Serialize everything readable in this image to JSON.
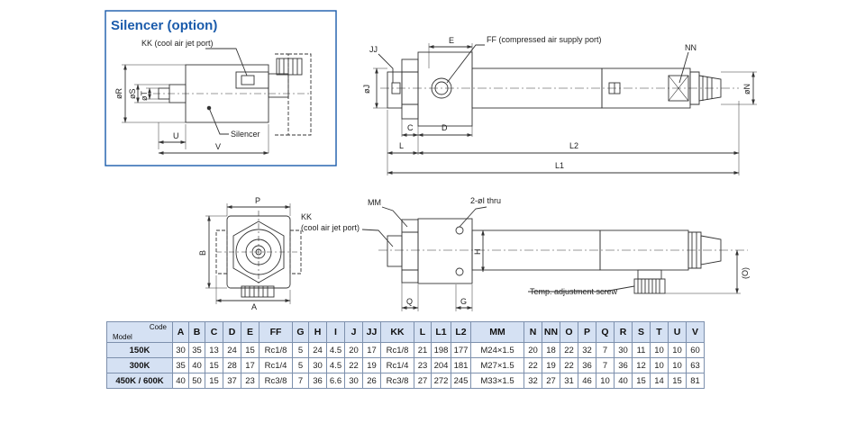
{
  "colors": {
    "accent": "#1a5bab",
    "table_header": "#d5e1f3",
    "table_border": "#7d90ad",
    "panel_border": "#1a5bab",
    "line": "#333333"
  },
  "silencer": {
    "title": "Silencer (option)",
    "kk": "KK (cool air jet port)",
    "silencer": "Silencer",
    "R": "øR",
    "S": "øS",
    "T": "øT",
    "U": "U",
    "V": "V"
  },
  "side": {
    "JJ": "JJ",
    "E": "E",
    "FF": "FF (compressed air supply port)",
    "NN": "NN",
    "J": "øJ",
    "N": "øN",
    "C": "C",
    "D": "D",
    "L": "L",
    "L2": "L2",
    "L1": "L1"
  },
  "end": {
    "P": "P",
    "B": "B",
    "A": "A"
  },
  "front": {
    "MM": "MM",
    "KK": "KK",
    "KK2": "(cool air jet port)",
    "thru": "2-øI  thru",
    "H": "H",
    "Q": "Q",
    "G": "G",
    "O": "(O)",
    "screw": "Temp. adjustment screw"
  },
  "table": {
    "corner_code": "Code",
    "corner_model": "Model",
    "columns": [
      "A",
      "B",
      "C",
      "D",
      "E",
      "FF",
      "G",
      "H",
      "I",
      "J",
      "JJ",
      "KK",
      "L",
      "L1",
      "L2",
      "MM",
      "N",
      "NN",
      "O",
      "P",
      "Q",
      "R",
      "S",
      "T",
      "U",
      "V"
    ],
    "rows": [
      {
        "model": "150K",
        "cells": [
          "30",
          "35",
          "13",
          "24",
          "15",
          "Rc1/8",
          "5",
          "24",
          "4.5",
          "20",
          "17",
          "Rc1/8",
          "21",
          "198",
          "177",
          "M24×1.5",
          "20",
          "18",
          "22",
          "32",
          "7",
          "30",
          "11",
          "10",
          "10",
          "60"
        ]
      },
      {
        "model": "300K",
        "cells": [
          "35",
          "40",
          "15",
          "28",
          "17",
          "Rc1/4",
          "5",
          "30",
          "4.5",
          "22",
          "19",
          "Rc1/4",
          "23",
          "204",
          "181",
          "M27×1.5",
          "22",
          "19",
          "22",
          "36",
          "7",
          "36",
          "12",
          "10",
          "10",
          "63"
        ]
      },
      {
        "model": "450K / 600K",
        "cells": [
          "40",
          "50",
          "15",
          "37",
          "23",
          "Rc3/8",
          "7",
          "36",
          "6.6",
          "30",
          "26",
          "Rc3/8",
          "27",
          "272",
          "245",
          "M33×1.5",
          "32",
          "27",
          "31",
          "46",
          "10",
          "40",
          "15",
          "14",
          "15",
          "81"
        ]
      }
    ]
  }
}
